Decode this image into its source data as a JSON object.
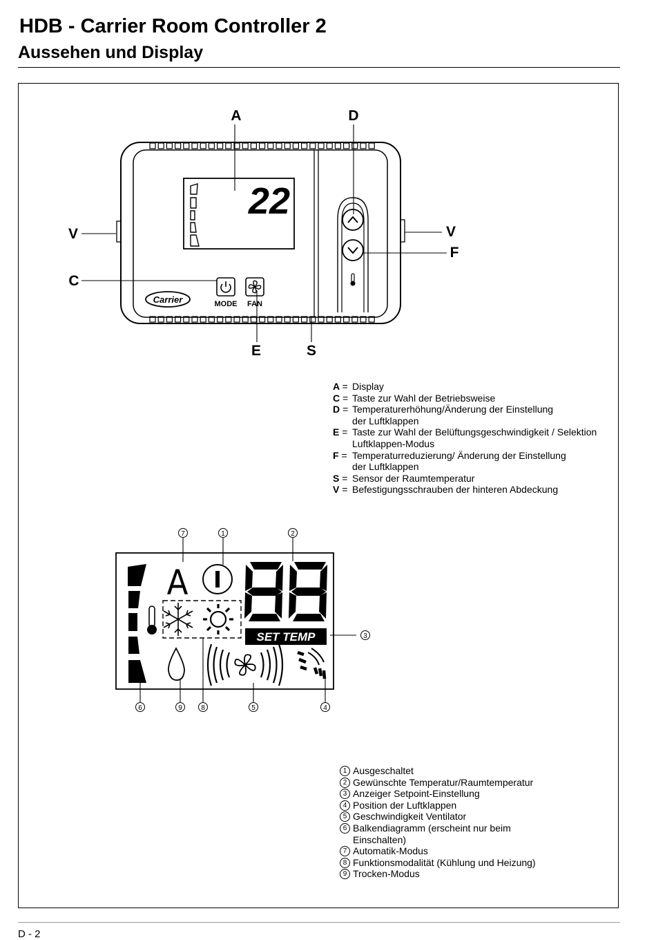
{
  "header": {
    "title": "HDB - Carrier Room Controller 2",
    "subtitle": "Aussehen und Display"
  },
  "device": {
    "display_value": "22",
    "logo": "Carrier",
    "mode_label": "MODE",
    "fan_label": "FAN",
    "callouts": [
      "A",
      "D",
      "V",
      "V",
      "F",
      "C",
      "E",
      "S"
    ]
  },
  "legend1": [
    {
      "key": "A",
      "text": "Display"
    },
    {
      "key": "C",
      "text": "Taste zur Wahl der Betriebsweise"
    },
    {
      "key": "D",
      "text": "Temperaturerhöhung/Änderung der Einstellung der Luftklappen"
    },
    {
      "key": "E",
      "text": "Taste zur Wahl der Belüftungsgeschwindigkeit / Selektion Luftklappen-Modus"
    },
    {
      "key": "F",
      "text": "Temperaturreduzierung/ Änderung der Einstellung der Luftklappen"
    },
    {
      "key": "S",
      "text": "Sensor der Raumtemperatur"
    },
    {
      "key": "V",
      "text": "Befestigungsschrauben der hinteren Abdeckung"
    }
  ],
  "lcd": {
    "digits": "88",
    "set_temp": "SET TEMP",
    "auto_symbol": "A",
    "callouts": [
      "7",
      "1",
      "2",
      "3",
      "6",
      "9",
      "8",
      "5",
      "4"
    ]
  },
  "legend2": [
    {
      "num": "1",
      "text": "Ausgeschaltet"
    },
    {
      "num": "2",
      "text": "Gewünschte Temperatur/Raumtemperatur"
    },
    {
      "num": "3",
      "text": "Anzeiger Setpoint-Einstellung"
    },
    {
      "num": "4",
      "text": "Position der Luftklappen"
    },
    {
      "num": "5",
      "text": "Geschwindigkeit Ventilator"
    },
    {
      "num": "6",
      "text": "Balkendiagramm (erscheint nur beim Einschalten)"
    },
    {
      "num": "7",
      "text": "Automatik-Modus"
    },
    {
      "num": "8",
      "text": "Funktionsmodalität (Kühlung und Heizung)"
    },
    {
      "num": "9",
      "text": "Trocken-Modus"
    }
  ],
  "footer": {
    "page": "D - 2"
  }
}
